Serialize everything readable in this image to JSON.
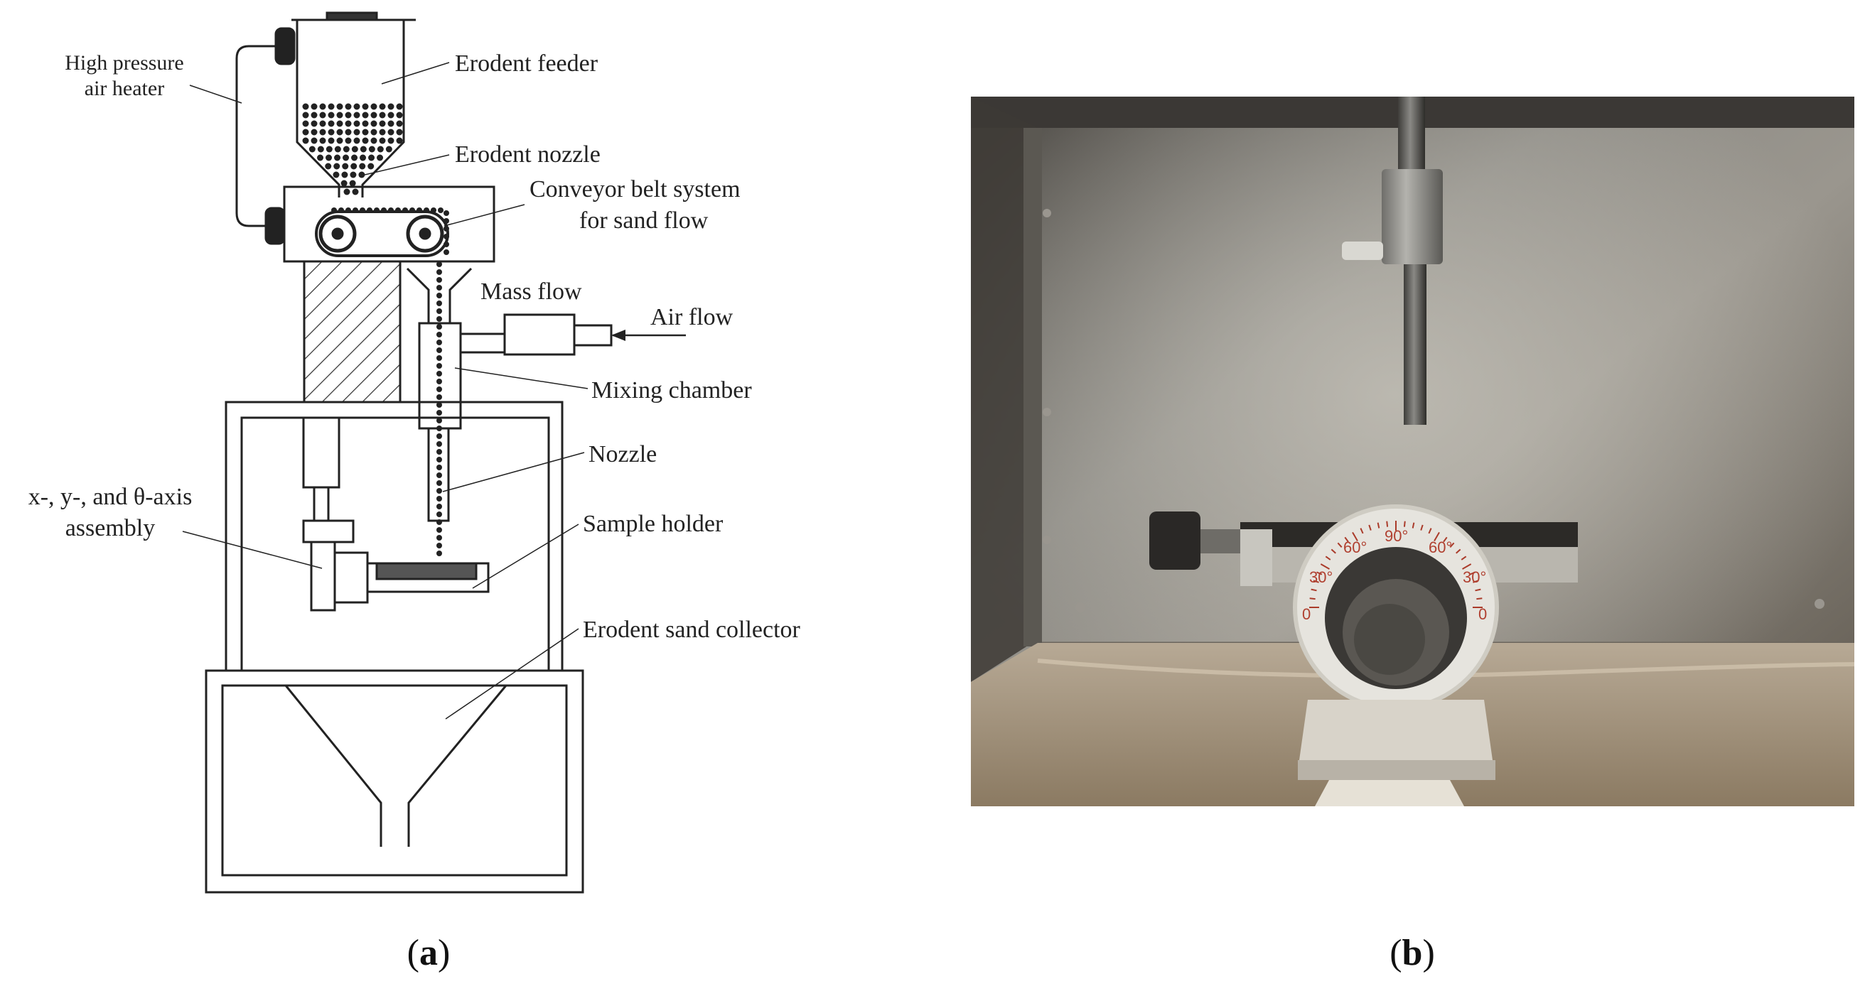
{
  "diagram": {
    "labels": {
      "high_pressure_line1": "High pressure",
      "high_pressure_line2": "air heater",
      "erodent_feeder": "Erodent feeder",
      "erodent_nozzle": "Erodent nozzle",
      "conveyor_line1": "Conveyor belt system",
      "conveyor_line2": "for sand flow",
      "mass_flow": "Mass flow",
      "air_flow": "Air flow",
      "mixing_chamber": "Mixing chamber",
      "nozzle": "Nozzle",
      "axis_line1": "x-, y-, and θ-axis",
      "axis_line2": "assembly",
      "sample_holder": "Sample holder",
      "sand_collector": "Erodent sand collector"
    }
  },
  "photo": {
    "dial_labels": [
      "30°",
      "60°",
      "90°",
      "60°",
      "30°",
      "0",
      "0"
    ]
  },
  "captions": {
    "a_open": "(",
    "a_letter": "a",
    "a_close": ")",
    "b_open": "(",
    "b_letter": "b",
    "b_close": ")"
  }
}
